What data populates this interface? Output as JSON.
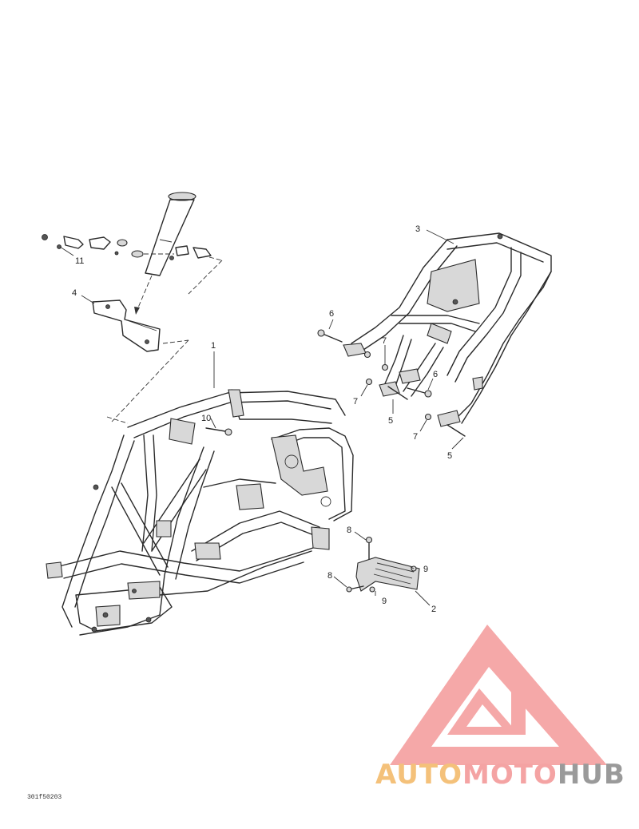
{
  "callouts": {
    "frame": "1",
    "footrest": "2",
    "subframe": "3",
    "support": "4",
    "bolt_5a": "5",
    "bolt_5b": "5",
    "bolt_6a": "6",
    "bolt_6b": "6",
    "nut_7a": "7",
    "nut_7b": "7",
    "nut_7c": "7",
    "screw_8a": "8",
    "screw_8b": "8",
    "washer_9a": "9",
    "washer_9b": "9",
    "bolt_10": "10",
    "hardware_11": "11"
  },
  "doc_code": "301f50203",
  "watermark": {
    "part1": "AUTO",
    "part2": "MOTO",
    "part3": "HUB",
    "colors": {
      "auto": "#f4c17a",
      "moto": "#f4a3a3",
      "hub": "#9a9a9a",
      "logo": "#f28b8b"
    }
  }
}
